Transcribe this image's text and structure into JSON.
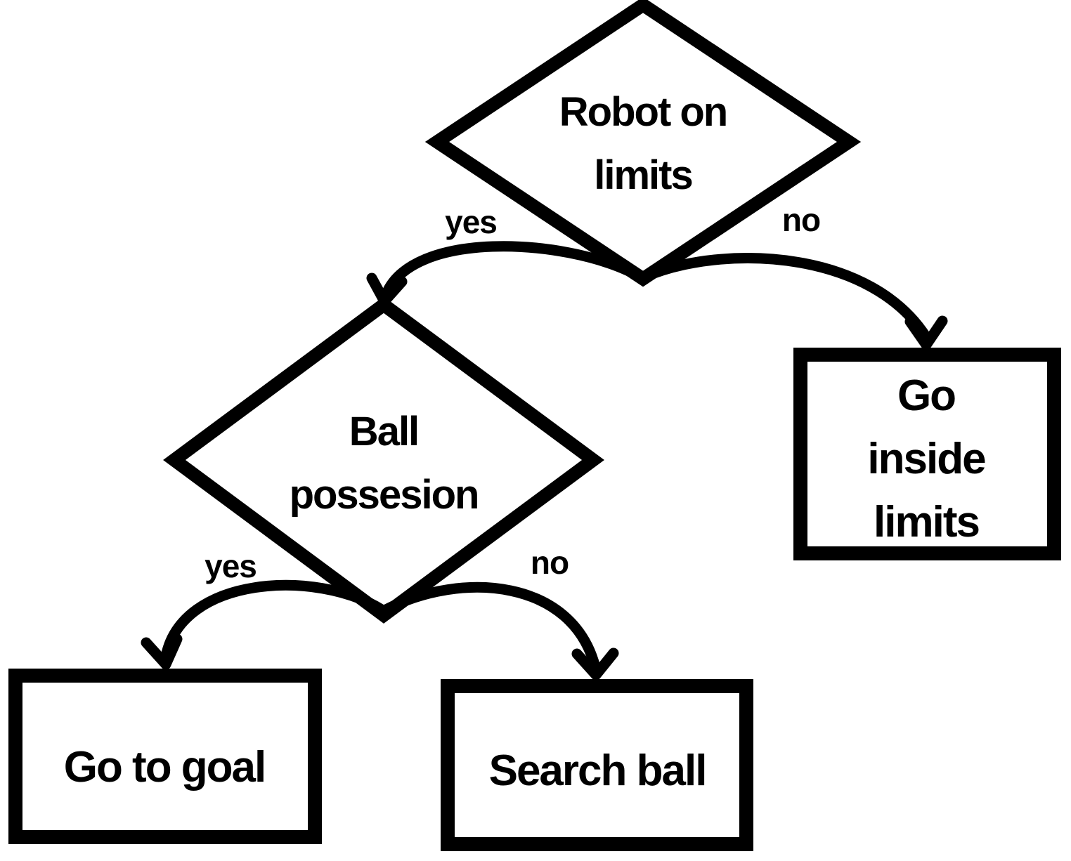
{
  "nodes": {
    "robot_on_limits": {
      "type": "decision",
      "label": "Robot on\nlimits"
    },
    "ball_possesion": {
      "type": "decision",
      "label": "Ball\npossesion"
    },
    "go_inside_limits": {
      "type": "process",
      "label": "Go inside\nlimits"
    },
    "go_to_goal": {
      "type": "process",
      "label": "Go to goal"
    },
    "search_ball": {
      "type": "process",
      "label": "Search ball"
    }
  },
  "edges": {
    "robot_on_limits_yes": {
      "from": "robot_on_limits",
      "to": "ball_possesion",
      "label": "yes"
    },
    "robot_on_limits_no": {
      "from": "robot_on_limits",
      "to": "go_inside_limits",
      "label": "no"
    },
    "ball_possesion_yes": {
      "from": "ball_possesion",
      "to": "go_to_goal",
      "label": "yes"
    },
    "ball_possesion_no": {
      "from": "ball_possesion",
      "to": "search_ball",
      "label": "no"
    }
  },
  "colors": {
    "stroke": "#000000",
    "background": "#ffffff",
    "text": "#000000"
  }
}
